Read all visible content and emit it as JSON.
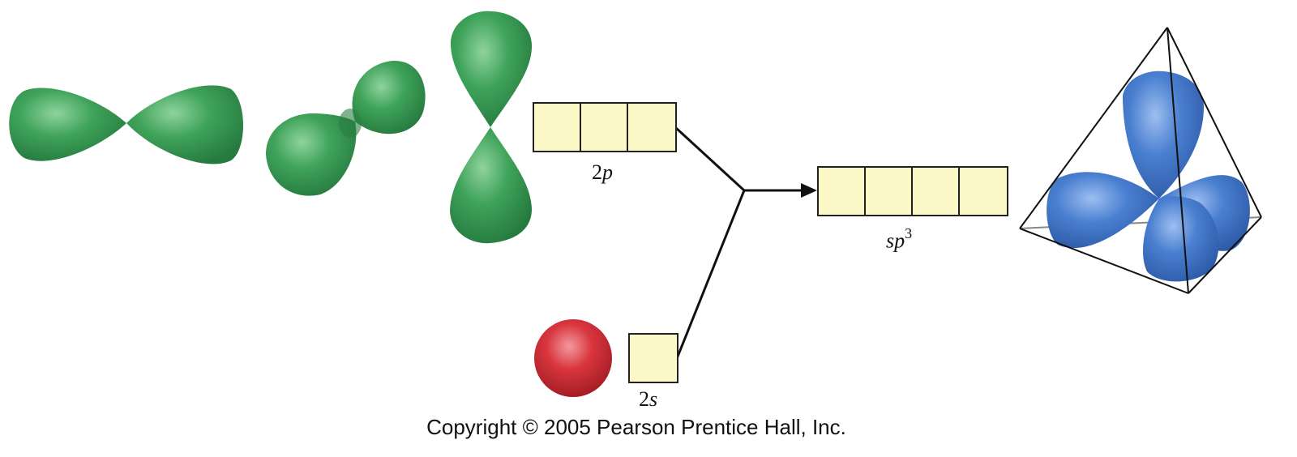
{
  "labels": {
    "p_orbital_number": "2",
    "p_orbital_letter": "p",
    "s_orbital_number": "2",
    "s_orbital_letter": "s",
    "hybrid_letters": "sp",
    "hybrid_superscript": "3"
  },
  "copyright": "Copyright © 2005 Pearson Prentice Hall, Inc.",
  "boxes": {
    "p_count": 3,
    "s_count": 1,
    "sp3_count": 4
  },
  "colors": {
    "p_orbital": "#3fa35a",
    "s_orbital": "#d9363e",
    "sp3_orbital": "#4a7fd0",
    "box_fill": "#fdf8c8",
    "outline": "#222222"
  }
}
